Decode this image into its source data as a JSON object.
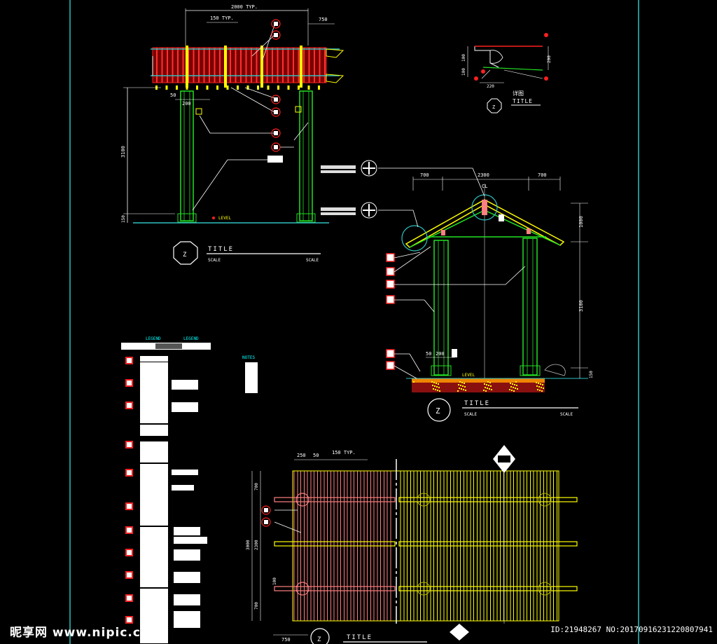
{
  "colors": {
    "background": "#000000",
    "red": "#ff2020",
    "yellow": "#ffff00",
    "green": "#22e022",
    "cyan": "#00ffff",
    "white": "#ffffff",
    "border": "#2fc0c0",
    "pink": "#ff9a9a"
  },
  "drawing": {
    "elev1": {
      "dim_top": "2000 TYP.",
      "dim_sub": "150 TYP.",
      "dim_right": "750",
      "dim_height": "3100",
      "dim_base": "150",
      "dim_post1": "50",
      "dim_post2": "200",
      "level": "LEVEL"
    },
    "detail": {
      "dim_1": "100",
      "dim_2": "100",
      "dim_3": "200",
      "dim_4": "220",
      "label": "详图"
    },
    "section": {
      "dim_left": "700",
      "dim_mid": "2300",
      "dim_right": "700",
      "centerline": "CL",
      "dim_roof": "1000",
      "dim_height": "3100",
      "dim_base": "150",
      "dim_post1": "50",
      "dim_post2": "200",
      "level": "LEVEL",
      "callout": "FFFFFF-FFFFFF"
    },
    "plan": {
      "dim_top1": "250",
      "dim_top2": "50",
      "dim_top3": "150 TYP.",
      "dim_side1": "700",
      "dim_side2": "3000",
      "dim_side3": "2300",
      "dim_side4": "100",
      "dim_side5": "700",
      "dim_bottom": "750"
    },
    "legend": {
      "header1": "LEGEND",
      "header2": "LEGEND",
      "notes": "NOTES"
    },
    "titles": [
      {
        "tag": "Z",
        "title": "TITLE",
        "scale1": "SCALE",
        "scale2": "SCALE"
      },
      {
        "tag": "Z",
        "title": "TITLE",
        "scale1": "SCALE",
        "scale2": "SCALE"
      },
      {
        "tag": "Z",
        "title": "TITLE"
      },
      {
        "tag": "Z",
        "title": "TITLE"
      }
    ]
  },
  "watermark": {
    "site": "昵享网 www.nipic.cn",
    "id": "ID:21948267 NO:20170916231220807941"
  }
}
